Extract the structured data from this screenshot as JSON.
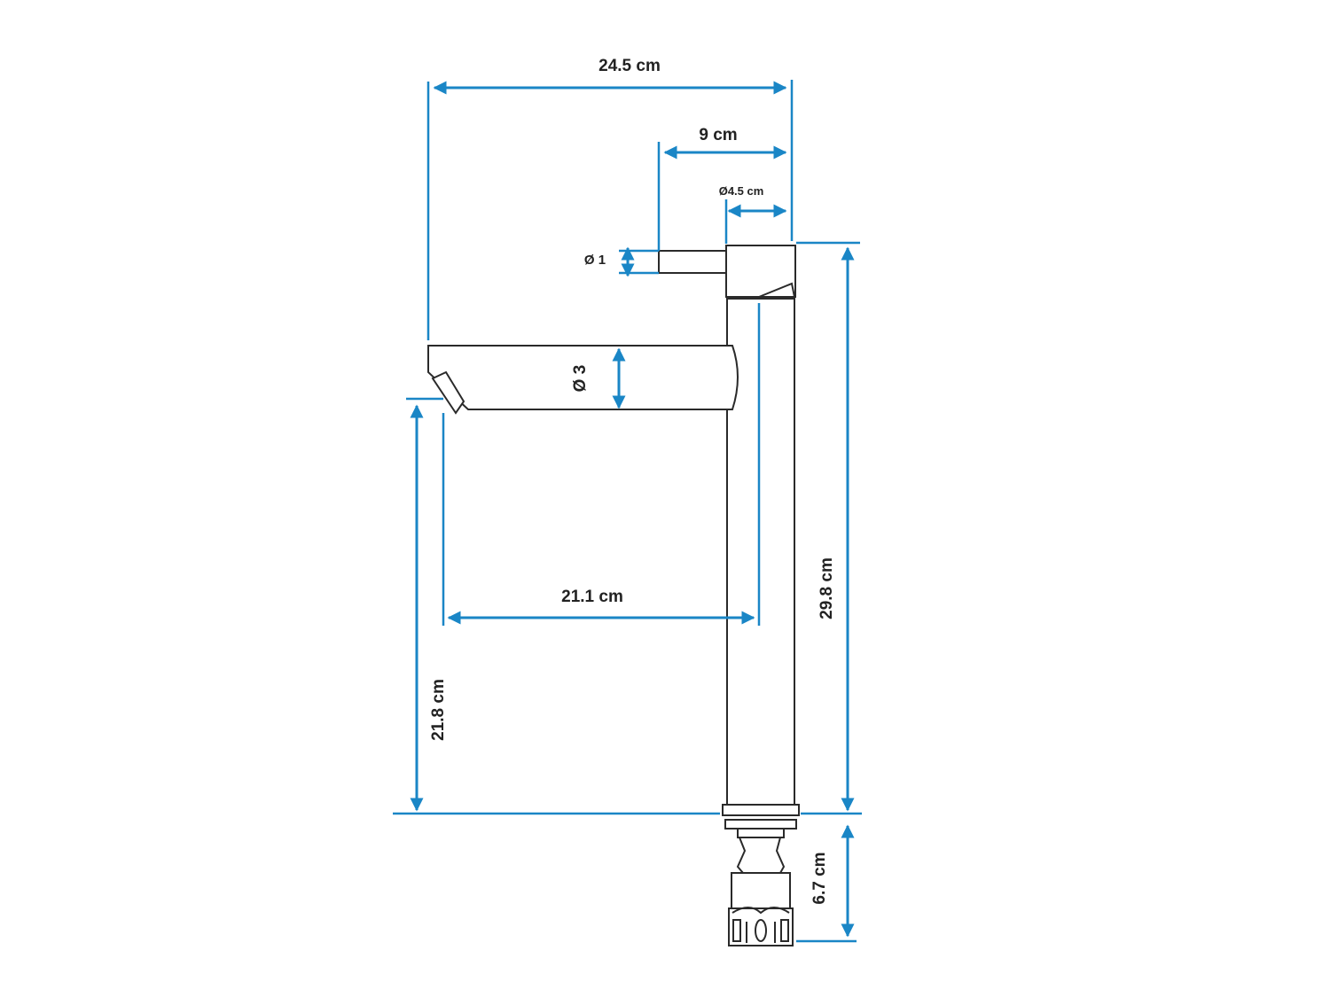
{
  "colors": {
    "dimension": "#1a86c6",
    "outline": "#2a2a2a",
    "text": "#222222"
  },
  "dimensions": {
    "overall_width": "24.5 cm",
    "handle_length": "9 cm",
    "body_diameter": "Ø4.5 cm",
    "handle_diameter": "Ø 1",
    "spout_diameter": "Ø 3",
    "spout_reach": "21.1 cm",
    "spout_height": "21.8 cm",
    "total_height": "29.8 cm",
    "thread_length": "6.7 cm"
  }
}
